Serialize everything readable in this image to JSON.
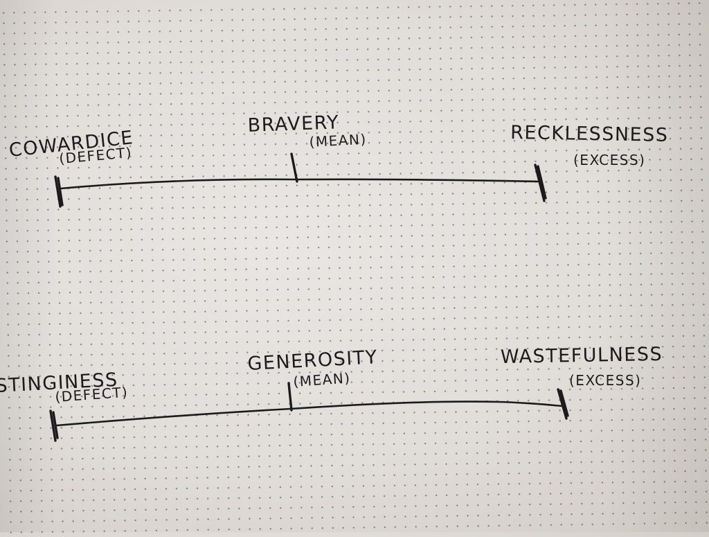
{
  "scales": [
    {
      "defect": {
        "name": "COWARDICE",
        "tag": "(DEFECT)"
      },
      "mean": {
        "name": "BRAVERY",
        "tag": "(MEAN)"
      },
      "excess": {
        "name": "RECKLESSNESS",
        "tag": "(EXCESS)"
      }
    },
    {
      "defect": {
        "name": "STINGINESS",
        "tag": "(DEFECT)"
      },
      "mean": {
        "name": "GENEROSITY",
        "tag": "(MEAN)"
      },
      "excess": {
        "name": "WASTEFULNESS",
        "tag": "(EXCESS)"
      }
    }
  ],
  "colors": {
    "ink": "#1b1b1d",
    "paper": "#e3dfdb",
    "dots": "#4a453f"
  }
}
